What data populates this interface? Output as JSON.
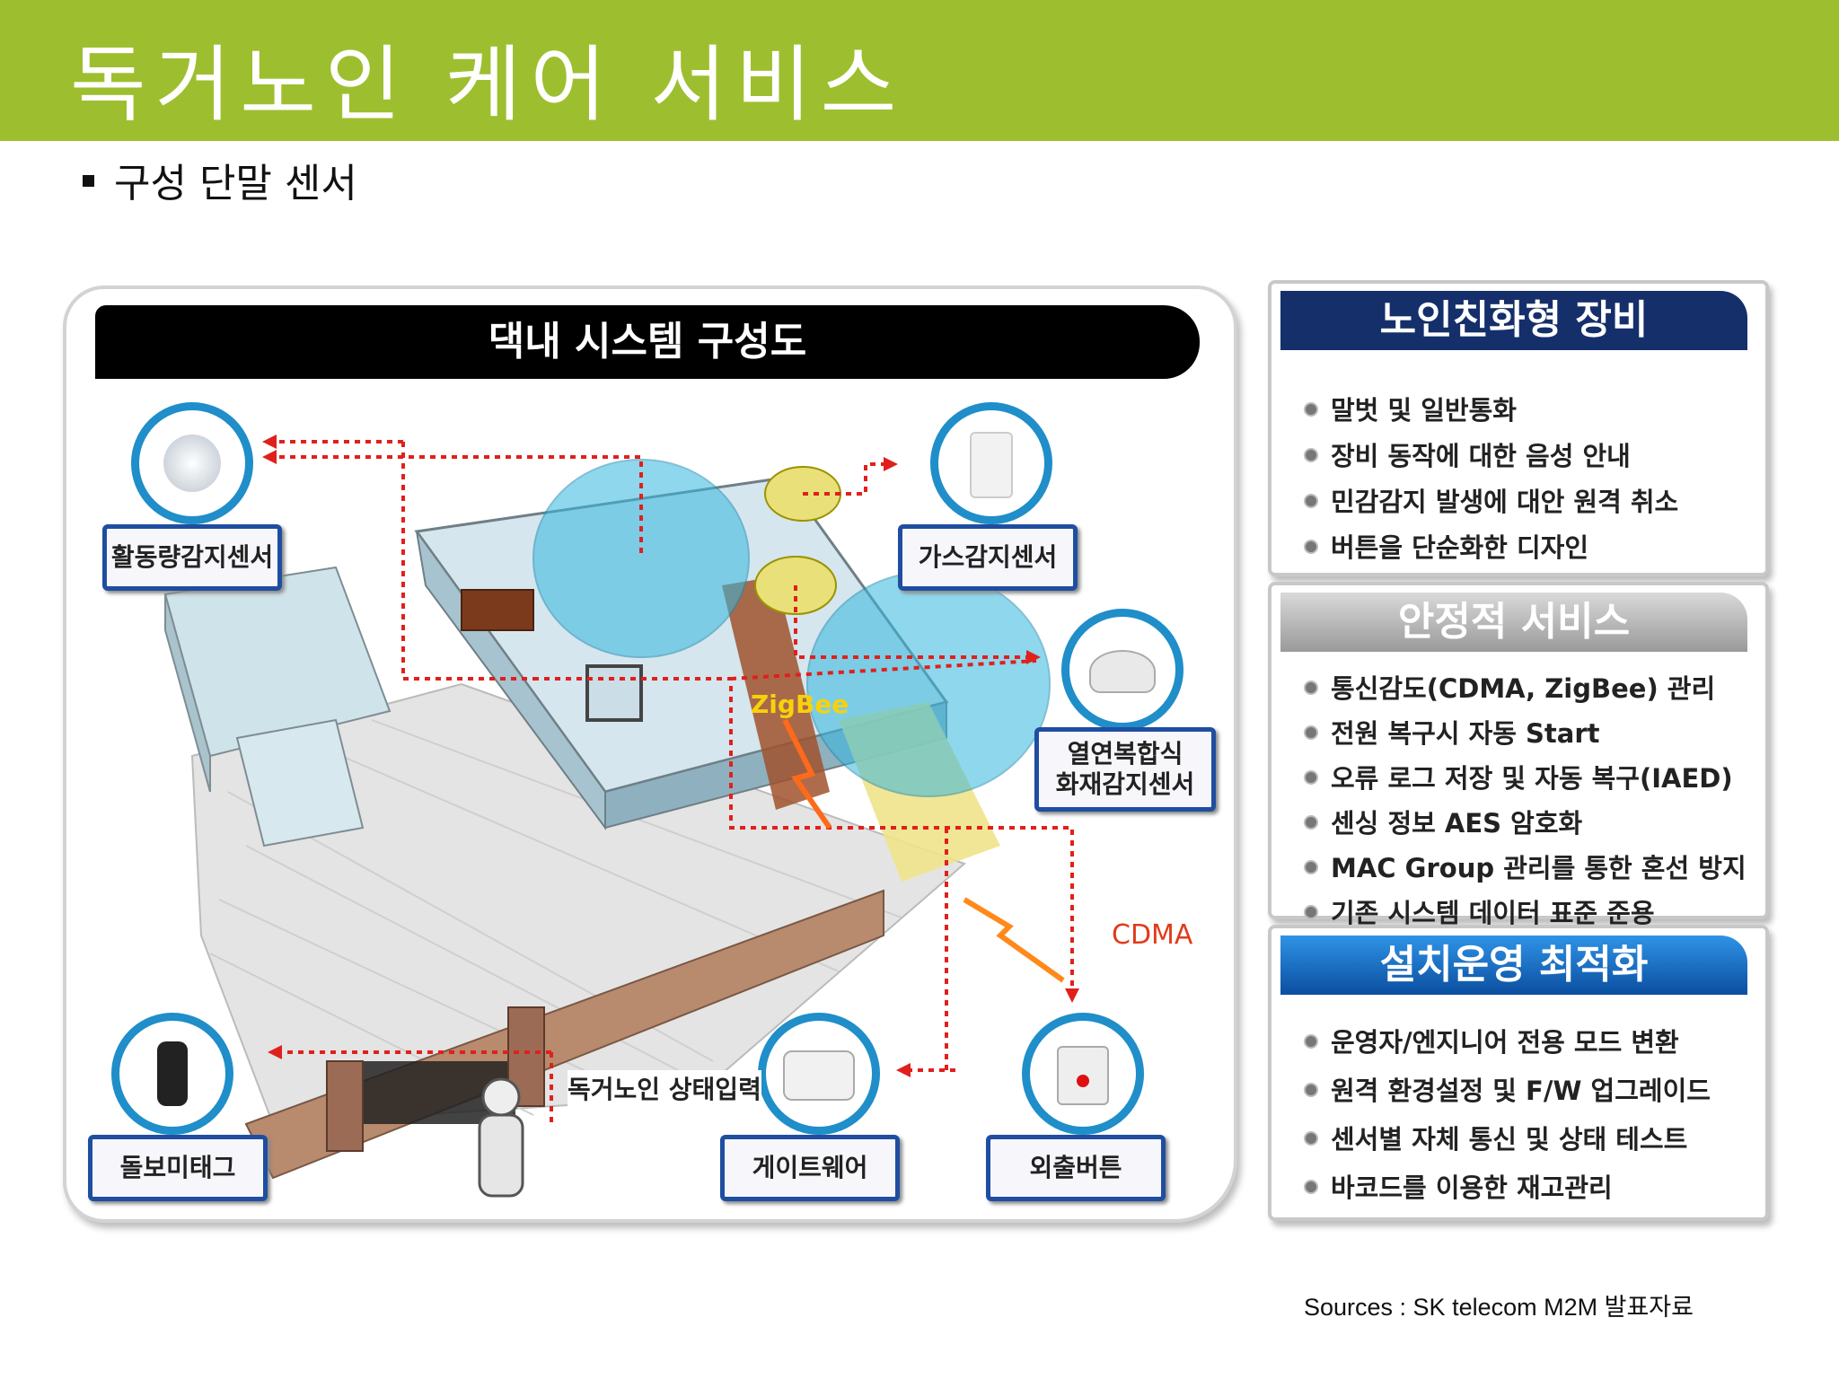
{
  "slide": {
    "title": "독거노인 케어 서비스",
    "bullet": "구성 단말 센서",
    "source": "Sources  : SK telecom M2M 발표자료"
  },
  "diagram": {
    "header": "댁내 시스템 구성도",
    "labels": {
      "activity": "활동량감지센서",
      "gas": "가스감지센서",
      "fire_line1": "열연복합식",
      "fire_line2": "화재감지센서",
      "care_tag": "돌보미태그",
      "gateway": "게이트웨어",
      "out_button": "외출버튼",
      "status_input": "독거노인 상태입력",
      "zigbee": "ZigBee",
      "cdma": "CDMA"
    }
  },
  "panels": [
    {
      "title": "노인친화형 장비",
      "style": "navy",
      "items": [
        "말벗 및 일반통화",
        "장비 동작에 대한 음성 안내",
        "민감감지 발생에 대안 원격 취소",
        "버튼을 단순화한 디자인"
      ]
    },
    {
      "title": "안정적 서비스",
      "style": "gray",
      "items": [
        "통신감도(CDMA, ZigBee) 관리",
        "전원 복구시 자동 Start",
        "오류 로그 저장 및 자동 복구(IAED)",
        "센싱 정보 AES 암호화",
        "MAC Group 관리를 통한 혼선 방지",
        "기존 시스템 데이터 표준 준용"
      ]
    },
    {
      "title": "설치운영 최적화",
      "style": "blue",
      "items": [
        "운영자/엔지니어 전용 모드 변환",
        "원격 환경설정 및 F/W 업그레이드",
        "센서별 자체 통신 및 상태 테스트",
        "바코드를 이용한 재고관리"
      ]
    }
  ]
}
